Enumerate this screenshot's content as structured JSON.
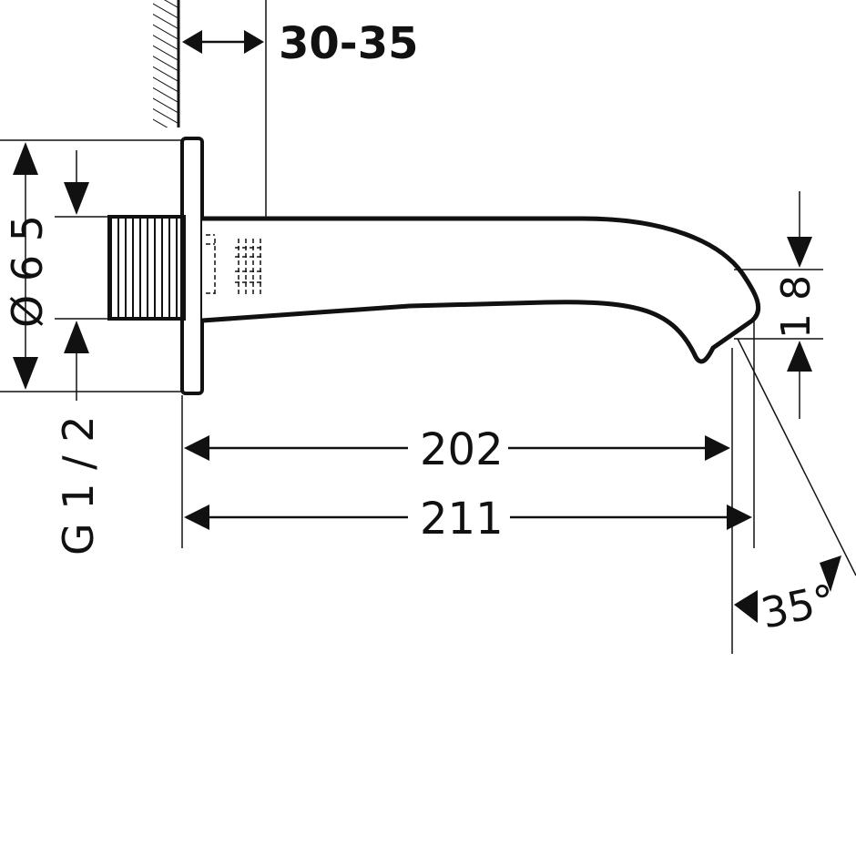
{
  "dimensions": {
    "wall_offset": "30-35",
    "flange_diameter": "Ø 6 5",
    "thread": "G 1 / 2",
    "length_short": "202",
    "length_long": "211",
    "outlet_height": "1 8",
    "outlet_angle": "35°"
  },
  "colors": {
    "line": "#111111",
    "background": "#ffffff"
  }
}
